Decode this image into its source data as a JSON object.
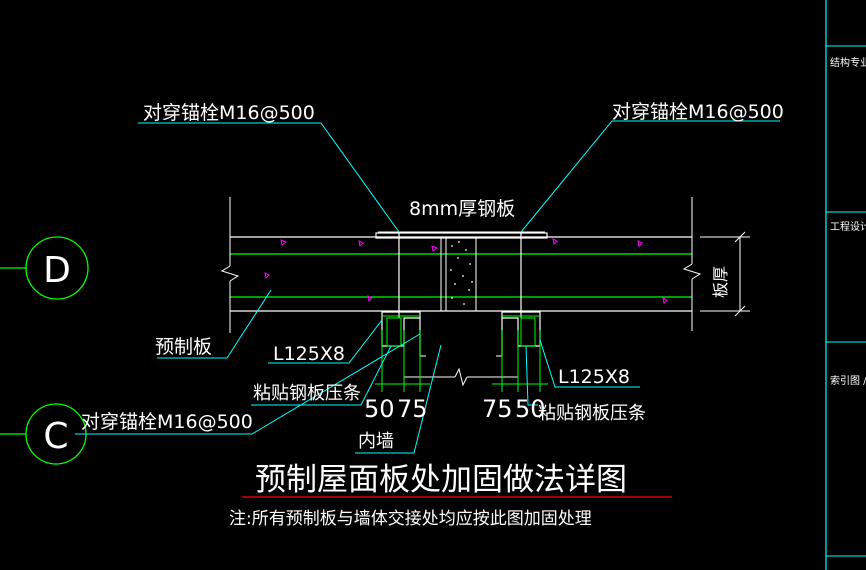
{
  "drawing": {
    "title": "预制屋面板处加固做法详图",
    "note": "注:所有预制板与墙体交接处均应按此图加固处理",
    "labels": {
      "anchor_top_left": "对穿锚栓M16@500",
      "anchor_top_right": "对穿锚栓M16@500",
      "anchor_left": "对穿锚栓M16@500",
      "steel_plate": "8mm厚钢板",
      "precast_slab": "预制板",
      "angle_left": "L125X8",
      "angle_right": "L125X8",
      "strip_left": "粘贴钢板压条",
      "strip_right": "粘贴钢板压条",
      "inner_wall": "内墙",
      "slab_thickness": "板厚"
    },
    "dimensions": {
      "left_a": "50",
      "left_b": "75",
      "right_a": "75",
      "right_b": "50"
    },
    "axis_markers": {
      "upper": "D",
      "lower": "C"
    }
  },
  "title_block": {
    "row1": "结构专业",
    "row2": "工程设计",
    "row3": "索引图 /"
  },
  "colors": {
    "background": "#000000",
    "cyan": "#00ffff",
    "green": "#00ff00",
    "white": "#ffffff",
    "red": "#ff0000",
    "magenta": "#ff00ff"
  }
}
